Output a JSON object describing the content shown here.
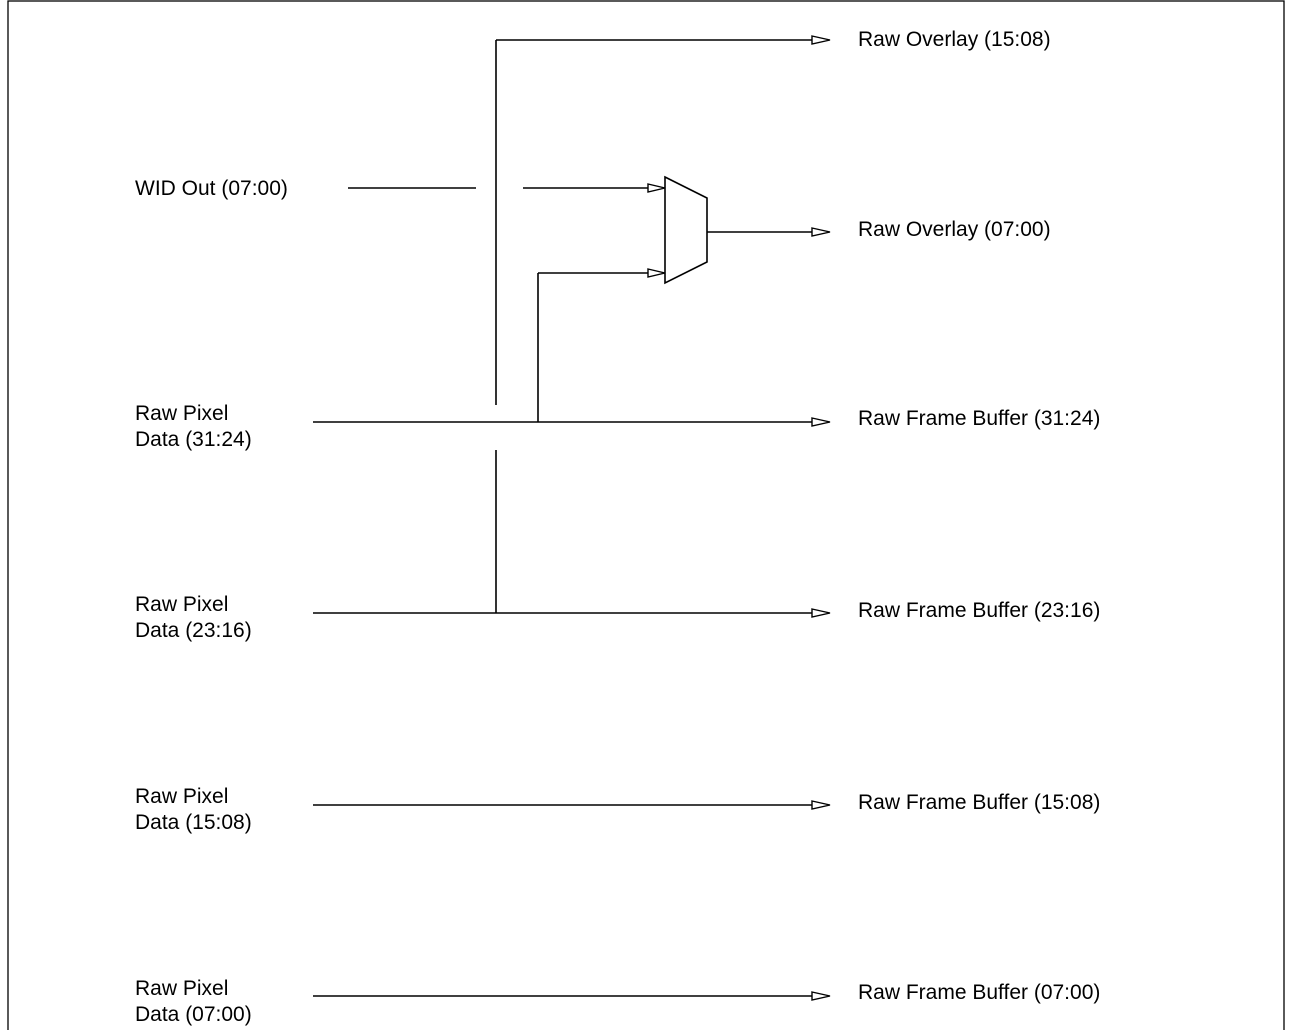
{
  "diagram": {
    "inputs": {
      "wid_out": "WID Out (07:00)",
      "pixel_31_24": {
        "line1": "Raw Pixel",
        "line2": "Data (31:24)"
      },
      "pixel_23_16": {
        "line1": "Raw Pixel",
        "line2": "Data (23:16)"
      },
      "pixel_15_08": {
        "line1": "Raw Pixel",
        "line2": "Data (15:08)"
      },
      "pixel_07_00": {
        "line1": "Raw Pixel",
        "line2": "Data (07:00)"
      }
    },
    "outputs": {
      "overlay_15_08": "Raw Overlay (15:08)",
      "overlay_07_00": "Raw Overlay (07:00)",
      "fb_31_24": "Raw Frame Buffer (31:24)",
      "fb_23_16": "Raw Frame Buffer (23:16)",
      "fb_15_08": "Raw Frame Buffer (15:08)",
      "fb_07_00": "Raw Frame Buffer (07:00)"
    },
    "colors": {
      "line": "#000000",
      "background": "#ffffff"
    }
  }
}
